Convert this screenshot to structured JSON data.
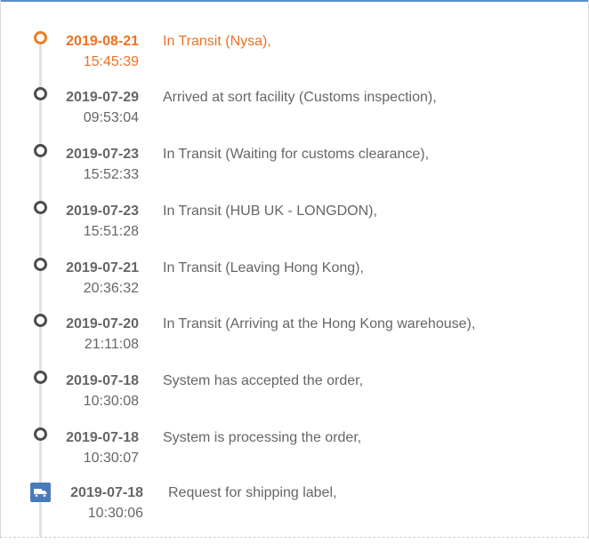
{
  "colors": {
    "current": "#ec7223",
    "normal": "#666666",
    "accent_border": "#5b8fc7",
    "truck_badge": "#4a7ab8"
  },
  "events": [
    {
      "date": "2019-08-21",
      "time": "15:45:39",
      "description": "In Transit (Nysa),",
      "icon": "current-status-dot-icon"
    },
    {
      "date": "2019-07-29",
      "time": "09:53:04",
      "description": "Arrived at sort facility (Customs inspection),",
      "icon": "timeline-dot-icon"
    },
    {
      "date": "2019-07-23",
      "time": "15:52:33",
      "description": "In Transit (Waiting for customs clearance),",
      "icon": "timeline-dot-icon"
    },
    {
      "date": "2019-07-23",
      "time": "15:51:28",
      "description": "In Transit (HUB UK - LONGDON),",
      "icon": "timeline-dot-icon"
    },
    {
      "date": "2019-07-21",
      "time": "20:36:32",
      "description": "In Transit (Leaving Hong Kong),",
      "icon": "timeline-dot-icon"
    },
    {
      "date": "2019-07-20",
      "time": "21:11:08",
      "description": "In Transit (Arriving at the Hong Kong warehouse),",
      "icon": "timeline-dot-icon"
    },
    {
      "date": "2019-07-18",
      "time": "10:30:08",
      "description": "System has accepted the order,",
      "icon": "timeline-dot-icon"
    },
    {
      "date": "2019-07-18",
      "time": "10:30:07",
      "description": "System is processing the order,",
      "icon": "timeline-dot-icon"
    },
    {
      "date": "2019-07-18",
      "time": "10:30:06",
      "description": "Request for shipping label,",
      "icon": "truck-icon"
    }
  ]
}
